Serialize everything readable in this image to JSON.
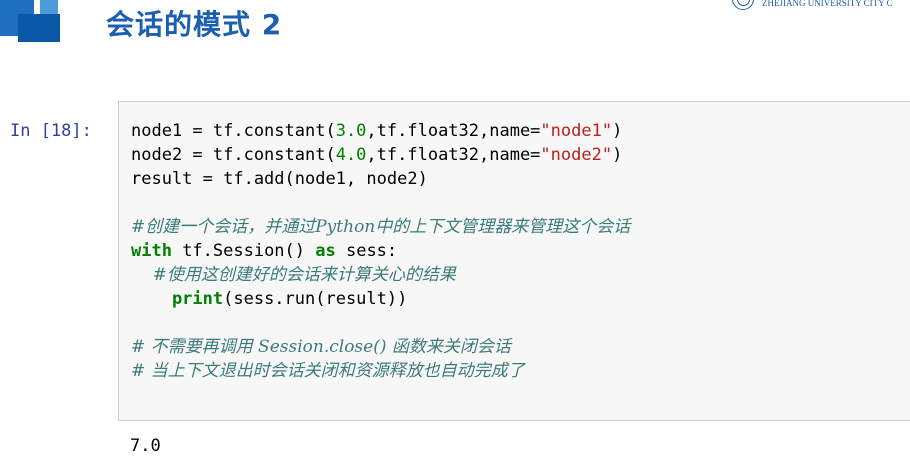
{
  "slide": {
    "title": "会话的模式 2"
  },
  "header": {
    "university_text": "ZHEJIANG UNIVERSITY CITY C"
  },
  "cell": {
    "prompt": "In [18]:",
    "code": {
      "l1": {
        "a": "node1 = tf.constant(",
        "n": "3.0",
        "b": ",tf.float32,name=",
        "s": "\"node1\"",
        "c": ")"
      },
      "l2": {
        "a": "node2 = tf.constant(",
        "n": "4.0",
        "b": ",tf.float32,name=",
        "s": "\"node2\"",
        "c": ")"
      },
      "l3": "result = tf.add(node1, node2)",
      "l5": "#创建一个会话，并通过Python中的上下文管理器来管理这个会话",
      "l6": {
        "kw1": "with",
        "mid": " tf.Session() ",
        "kw2": "as",
        "end": " sess:"
      },
      "l7": "    #使用这创建好的会话来计算关心的结果",
      "l8": {
        "fn": "    print",
        "rest": "(sess.run(result))"
      },
      "l10": "# 不需要再调用 Session.close() 函数来关闭会话",
      "l11": "# 当上下文退出时会话关闭和资源释放也自动完成了"
    },
    "output": "7.0"
  }
}
